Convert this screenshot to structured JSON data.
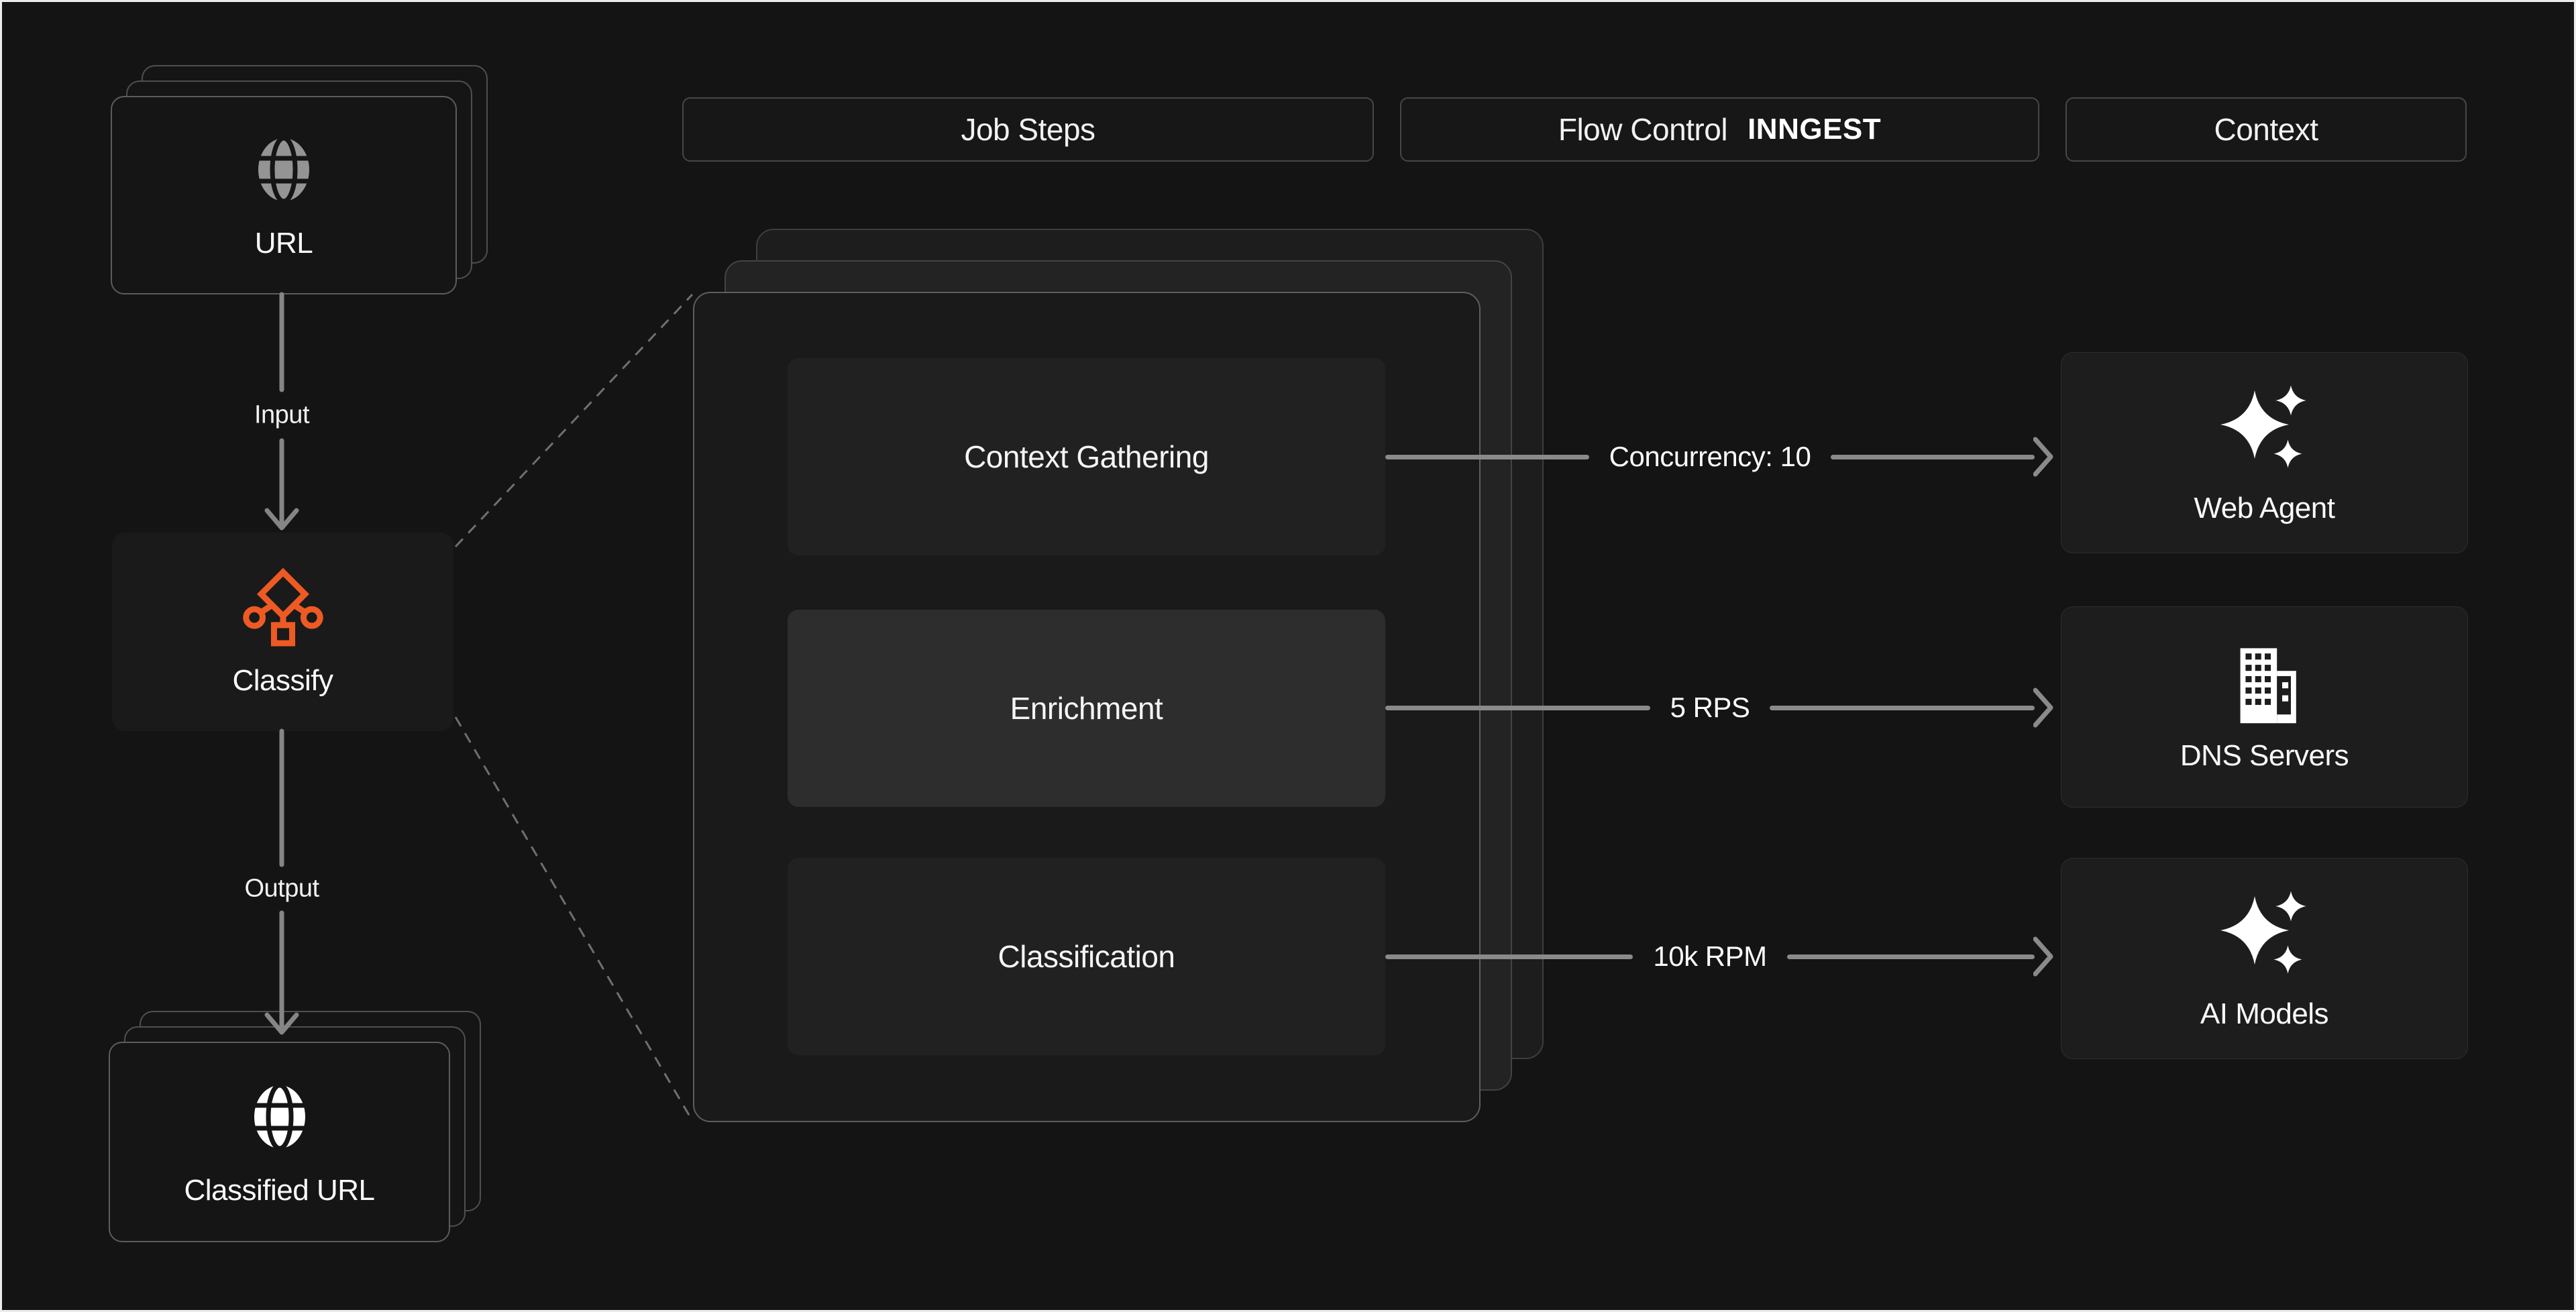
{
  "headers": {
    "job_steps": "Job Steps",
    "flow_control": "Flow Control",
    "brand": "INNGEST",
    "context": "Context"
  },
  "left_flow": {
    "input_card": "URL",
    "input_label": "Input",
    "process_card": "Classify",
    "output_label": "Output",
    "output_card": "Classified URL"
  },
  "steps": [
    {
      "label": "Context Gathering"
    },
    {
      "label": "Enrichment"
    },
    {
      "label": "Classification"
    }
  ],
  "flow_controls": [
    {
      "label": "Concurrency: 10"
    },
    {
      "label": "5 RPS"
    },
    {
      "label": "10k RPM"
    }
  ],
  "context_services": [
    {
      "label": "Web Agent"
    },
    {
      "label": "DNS Servers"
    },
    {
      "label": "AI Models"
    }
  ],
  "colors": {
    "background": "#141414",
    "accent_orange": "#ee5a24",
    "line_gray": "#8a8a8a",
    "text": "#f5f5f5"
  }
}
